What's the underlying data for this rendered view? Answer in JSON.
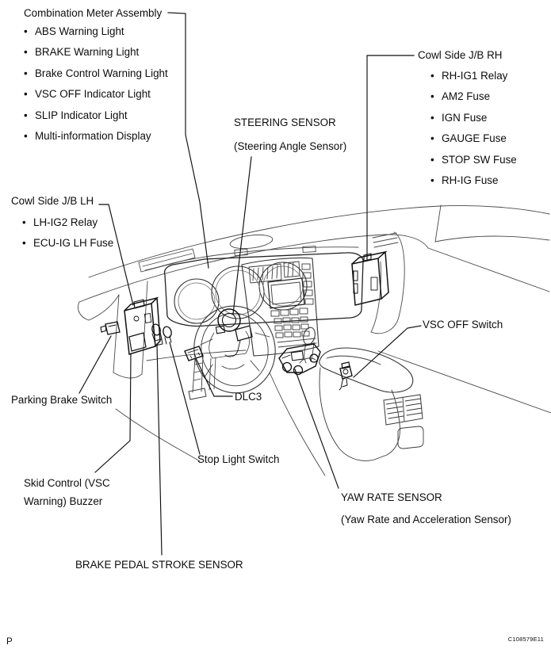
{
  "figure": {
    "page_marker": "P",
    "figure_code": "C108579E11",
    "ink_color": "#1a1a1a",
    "paper_color": "#ffffff"
  },
  "labels": {
    "combination_meter": {
      "title": "Combination Meter Assembly",
      "items": [
        "ABS Warning Light",
        "BRAKE Warning Light",
        "Brake Control Warning Light",
        "VSC OFF Indicator Light",
        "SLIP Indicator Light",
        "Multi-information Display"
      ]
    },
    "cowl_side_jb_rh": {
      "title": "Cowl Side J/B RH",
      "items": [
        "RH-IG1 Relay",
        "AM2 Fuse",
        "IGN Fuse",
        "GAUGE Fuse",
        "STOP SW Fuse",
        "RH-IG Fuse"
      ]
    },
    "cowl_side_jb_lh": {
      "title": "Cowl Side J/B LH",
      "items": [
        "LH-IG2 Relay",
        "ECU-IG LH Fuse"
      ]
    },
    "steering_sensor": {
      "line1": "STEERING SENSOR",
      "line2": "(Steering Angle Sensor)"
    },
    "parking_brake_switch": "Parking Brake Switch",
    "skid_control_buzzer": {
      "line1": "Skid Control (VSC",
      "line2": "Warning) Buzzer"
    },
    "dlc3": "DLC3",
    "stop_light_switch": "Stop Light Switch",
    "brake_pedal_stroke_sensor": "BRAKE PEDAL STROKE SENSOR",
    "yaw_rate_sensor": {
      "line1": "YAW RATE SENSOR",
      "line2": "(Yaw Rate and Acceleration Sensor)"
    },
    "vsc_off_switch": "VSC OFF Switch"
  }
}
